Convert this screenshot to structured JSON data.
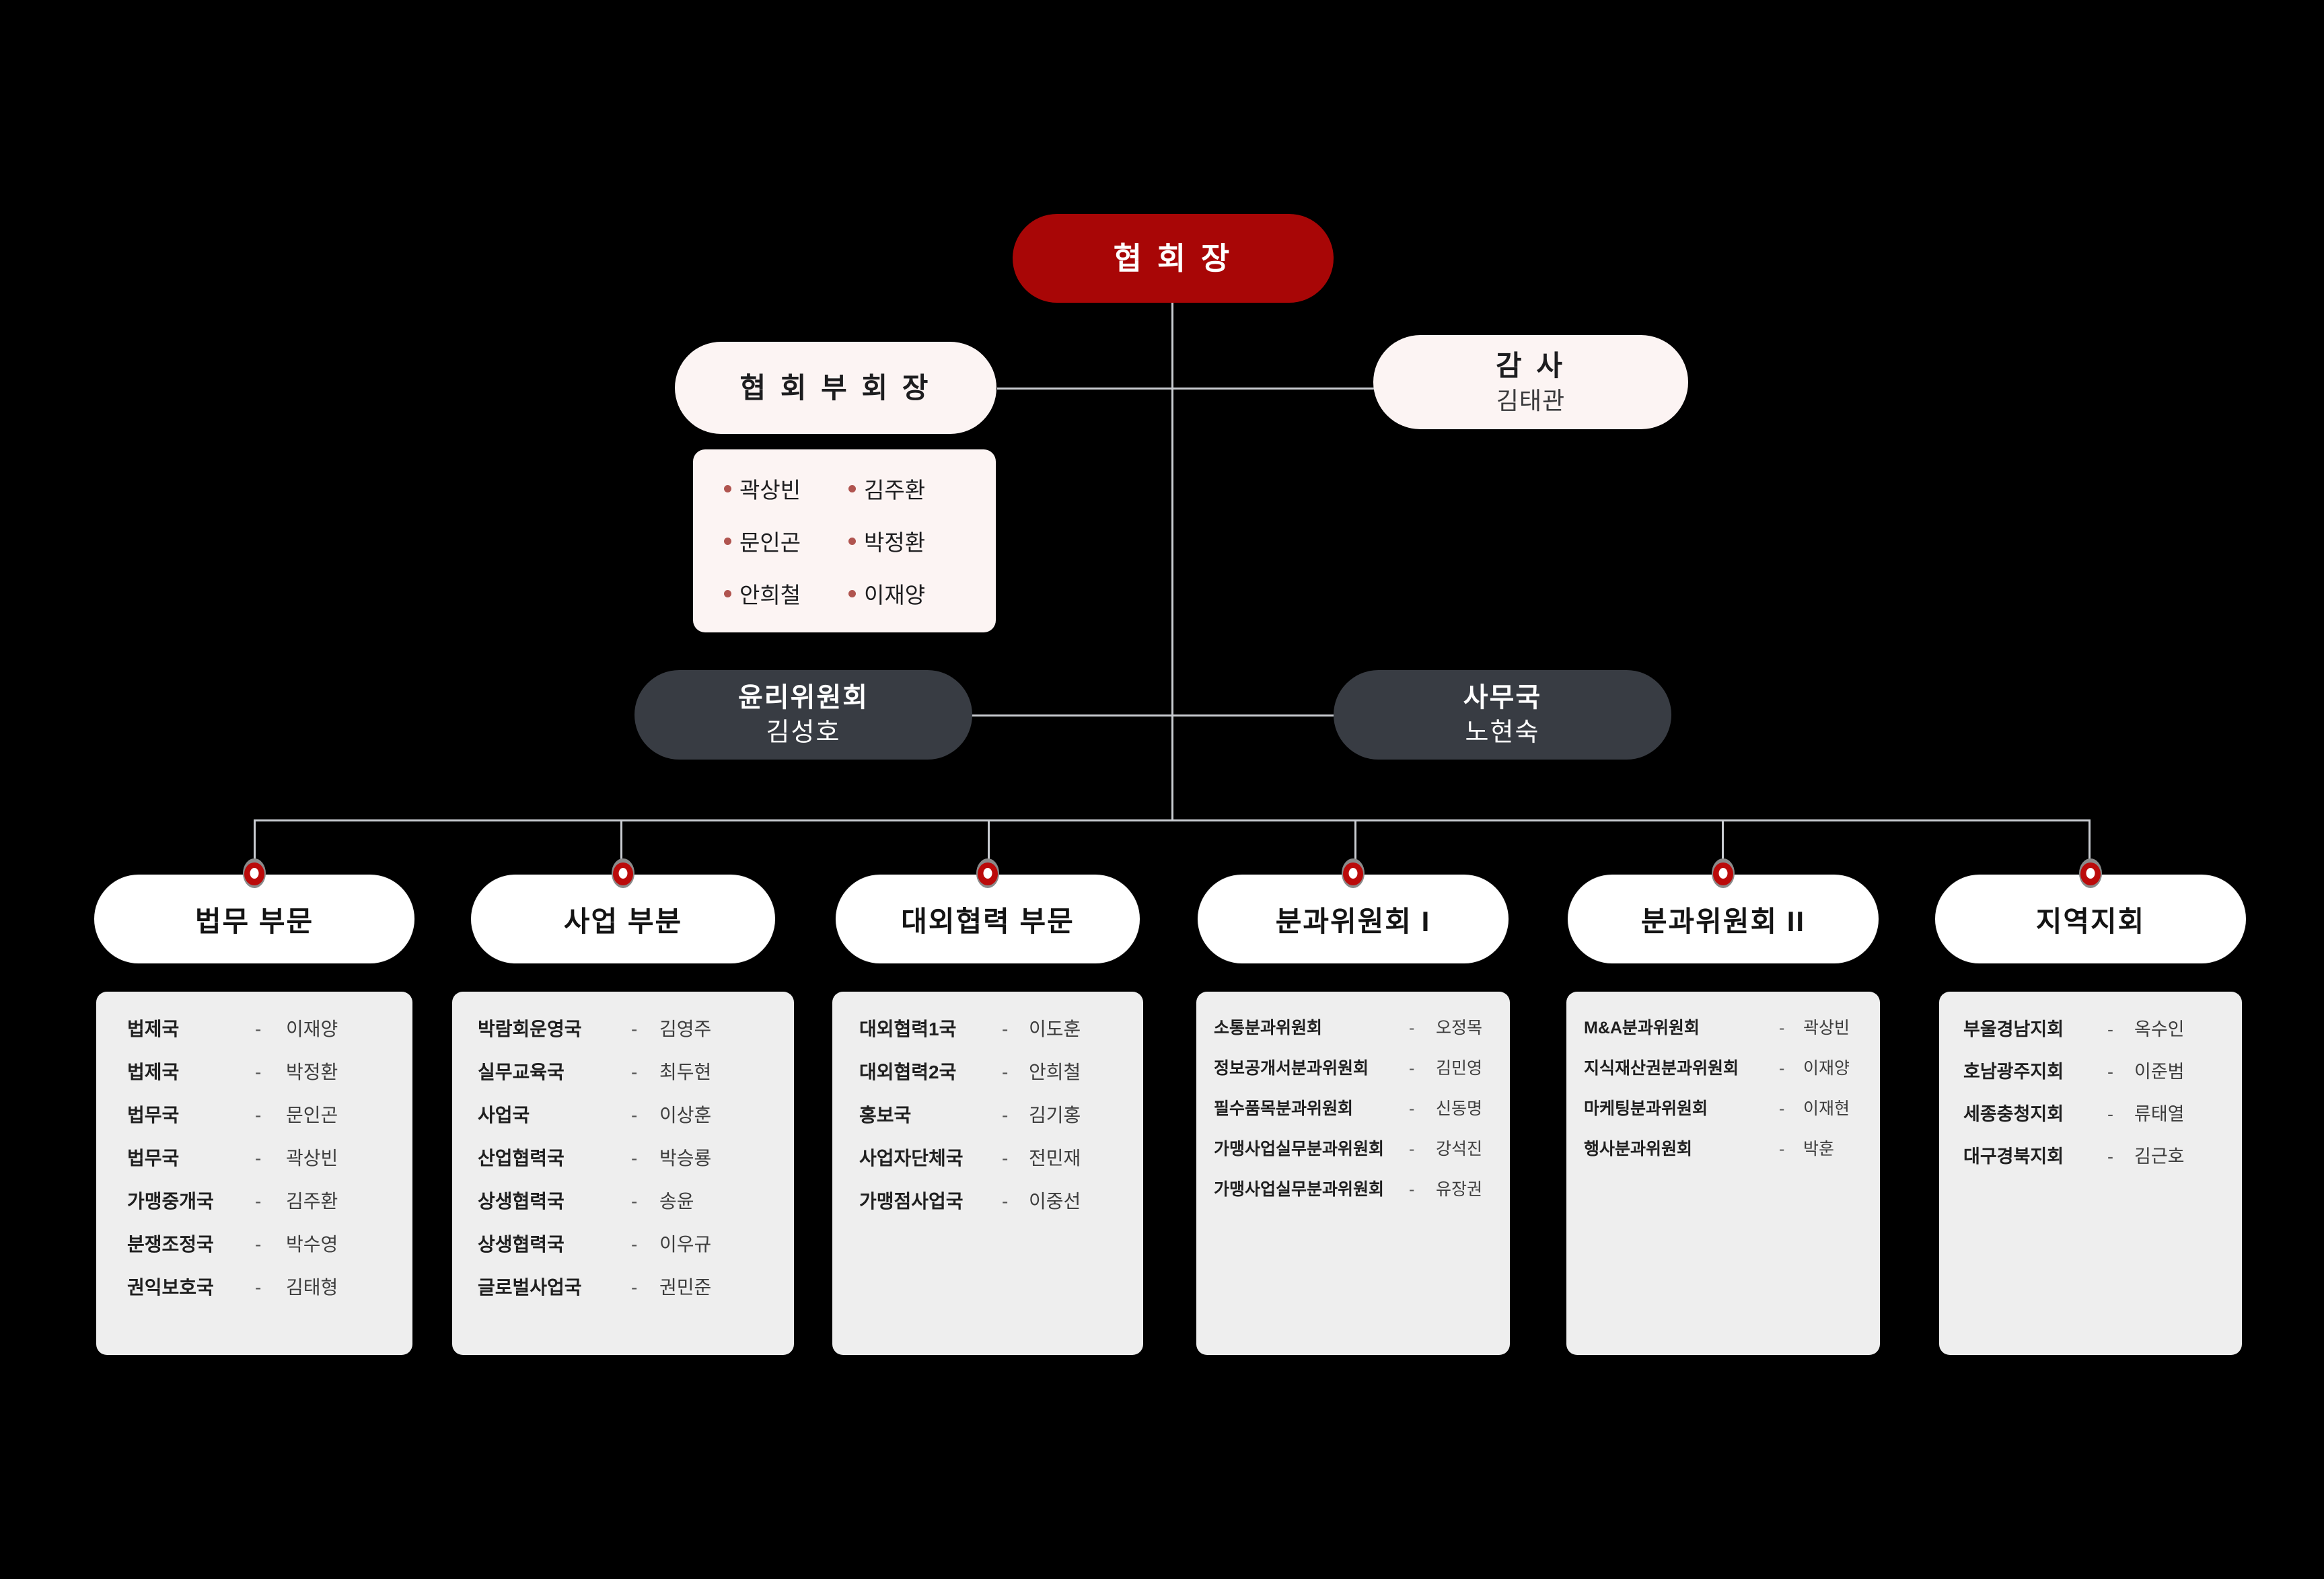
{
  "colors": {
    "background": "#000000",
    "chairman_bg": "#a80606",
    "cream_bg": "#fcf4f3",
    "dark_bg": "#383c43",
    "panel_bg": "#eeeeee",
    "head_bg": "#ffffff",
    "line": "#c9ccd1",
    "pin_red": "#bb0a0a",
    "bullet_red": "#b0544f"
  },
  "top": {
    "chairman": {
      "title": "협 회 장"
    },
    "vice_chairman": {
      "title": "협 회 부 회 장",
      "members_left": [
        "곽상빈",
        "문인곤",
        "안희철"
      ],
      "members_right": [
        "김주환",
        "박정환",
        "이재양"
      ]
    },
    "auditor": {
      "title": "감 사",
      "name": "김태관"
    },
    "ethics_committee": {
      "title": "윤리위원회",
      "name": "김성호"
    },
    "secretariat": {
      "title": "사무국",
      "name": "노현숙"
    }
  },
  "columns": [
    {
      "head": "법무 부문",
      "rows": [
        {
          "unit": "법제국",
          "dash": "-",
          "person": "이재양"
        },
        {
          "unit": "법제국",
          "dash": "-",
          "person": "박정환"
        },
        {
          "unit": "법무국",
          "dash": "-",
          "person": "문인곤"
        },
        {
          "unit": "법무국",
          "dash": "-",
          "person": "곽상빈"
        },
        {
          "unit": "가맹중개국",
          "dash": "-",
          "person": "김주환"
        },
        {
          "unit": "분쟁조정국",
          "dash": "-",
          "person": "박수영"
        },
        {
          "unit": "권익보호국",
          "dash": "-",
          "person": "김태형"
        }
      ]
    },
    {
      "head": "사업 부분",
      "rows": [
        {
          "unit": "박람회운영국",
          "dash": "-",
          "person": "김영주"
        },
        {
          "unit": "실무교육국",
          "dash": "-",
          "person": "최두현"
        },
        {
          "unit": "사업국",
          "dash": "-",
          "person": "이상훈"
        },
        {
          "unit": "산업협력국",
          "dash": "-",
          "person": "박승룡"
        },
        {
          "unit": "상생협력국",
          "dash": "-",
          "person": "송윤"
        },
        {
          "unit": "상생협력국",
          "dash": "-",
          "person": "이우규"
        },
        {
          "unit": "글로벌사업국",
          "dash": "-",
          "person": "권민준"
        }
      ]
    },
    {
      "head": "대외협력 부문",
      "rows": [
        {
          "unit": "대외협력1국",
          "dash": "-",
          "person": "이도훈"
        },
        {
          "unit": "대외협력2국",
          "dash": "-",
          "person": "안희철"
        },
        {
          "unit": "홍보국",
          "dash": "-",
          "person": "김기홍"
        },
        {
          "unit": "사업자단체국",
          "dash": "-",
          "person": "전민재"
        },
        {
          "unit": "가맹점사업국",
          "dash": "-",
          "person": "이중선"
        }
      ]
    },
    {
      "head": "분과위원회 I",
      "rows": [
        {
          "unit": "소통분과위원회",
          "dash": "-",
          "person": "오정목"
        },
        {
          "unit": "정보공개서분과위원회",
          "dash": "-",
          "person": "김민영"
        },
        {
          "unit": "필수품목분과위원회",
          "dash": "-",
          "person": "신동명"
        },
        {
          "unit": "가맹사업실무분과위원회",
          "dash": "-",
          "person": "강석진"
        },
        {
          "unit": "가맹사업실무분과위원회",
          "dash": "-",
          "person": "유장권"
        }
      ]
    },
    {
      "head": "분과위원회 II",
      "rows": [
        {
          "unit": "M&A분과위원회",
          "dash": "-",
          "person": "곽상빈"
        },
        {
          "unit": "지식재산권분과위원회",
          "dash": "-",
          "person": "이재양"
        },
        {
          "unit": "마케팅분과위원회",
          "dash": "-",
          "person": "이재현"
        },
        {
          "unit": "행사분과위원회",
          "dash": "-",
          "person": "박훈"
        }
      ]
    },
    {
      "head": "지역지회",
      "rows": [
        {
          "unit": "부울경남지회",
          "dash": "-",
          "person": "옥수인"
        },
        {
          "unit": "호남광주지회",
          "dash": "-",
          "person": "이준범"
        },
        {
          "unit": "세종충청지회",
          "dash": "-",
          "person": "류태열"
        },
        {
          "unit": "대구경북지회",
          "dash": "-",
          "person": "김근호"
        }
      ]
    }
  ]
}
